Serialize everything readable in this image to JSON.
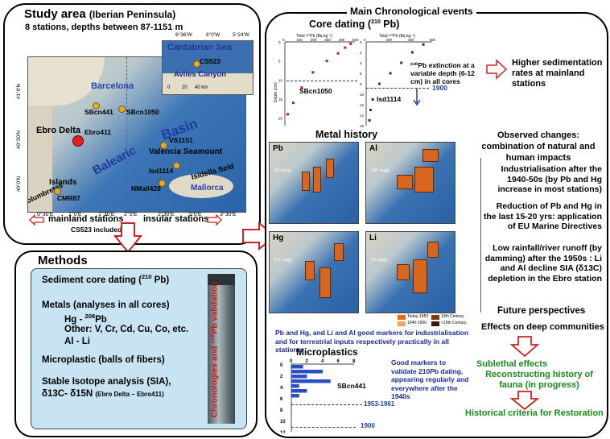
{
  "study": {
    "title": "Study area",
    "title_paren": "(Iberian Peninsula)",
    "subtitle": "8  stations, depths between 87-1151 m",
    "sea_label": "Cantabrian Sea",
    "canyon_label": "Aviles Canyon",
    "cs523": "CS523",
    "inset_ticks": [
      "6°36'W",
      "6°0'W",
      "5°24'W"
    ],
    "inset_scale": [
      "0",
      "20",
      "40 km"
    ],
    "basin_word": "Basin",
    "balearic_word": "Balearic",
    "places": [
      "Barcelona",
      "Ebro Delta",
      "Valencia Seamount",
      "Isidella  field",
      "Mallorca",
      "Islands",
      "Columbretes"
    ],
    "stations": [
      "SBcn441",
      "SBcn1050",
      "Ebro411",
      "VS1151",
      "Isd1114",
      "NMall420",
      "CMR87"
    ],
    "bottom_ticks": [
      "0°30'E",
      "1°0'E",
      "1°30'E",
      "2°0'E",
      "2°30'E",
      "3°0'E",
      "3°30'E"
    ],
    "left_ticks": [
      "41°0'N",
      "40°30'N",
      "40°0'N"
    ],
    "mainland_label": "mainland stations",
    "insular_label": "insular stations",
    "cs_included": "CS523 included"
  },
  "methods": {
    "title": "Methods",
    "line1": "Sediment core dating (",
    "line1_sup": "210",
    "line1_end": " Pb)",
    "metals": "Metals (analyses in all cores)",
    "hg": "Hg - ",
    "hg_sup": "208",
    "hg_end": "Pb",
    "other": "Other: V, Cr, Cd, Cu, Co, etc.",
    "alli": "Al - Li",
    "micro": "Microplastic (balls of fibers)",
    "sia": "Stable Isotope analysis (SIA),",
    "delta": "δ13C- δ15N",
    "delta_paren": "(Ebro Delta – Ebro411)",
    "vertical": "Chronologies and ²¹⁰Pb validation"
  },
  "events": {
    "title": "Main Chronological events",
    "core_title": "Core dating (",
    "core_sup": "210",
    "core_end": " Pb)",
    "axis_top1": "Total ²¹⁰Pb (Bq kg⁻¹)",
    "axis_top2": "Total ²¹⁰Pb (Bq kg⁻¹)",
    "ticks1": [
      "0",
      "100",
      "200",
      "300",
      "400",
      "500"
    ],
    "ticks2": [
      "0",
      "200",
      "400",
      "600"
    ],
    "depth_label": "Depth (cm)",
    "depth_ticks1": [
      "0",
      "5",
      "10",
      "15",
      "20"
    ],
    "depth_ticks2": [
      "0",
      "2",
      "4",
      "6",
      "8",
      "10",
      "12",
      "14",
      "16"
    ],
    "station1": "SBcn1050",
    "station2": "Isd1114",
    "extinction": "²¹⁰Pb extinction at a variable depth (6-12 cm) in all cores",
    "year1900": "1900",
    "higher_sed": "Higher sedimentation rates at mainland stations",
    "metal_title": "Metal history",
    "metals": [
      "Pb",
      "Al",
      "Hg",
      "Li"
    ],
    "metal_units": [
      "50 mg/g",
      "100 mg/g",
      "0.1 mg/g",
      "50 mg/g"
    ],
    "legend": [
      "Today-1950",
      "19th Century",
      "1940-1900",
      "<19th Century"
    ],
    "markers": "Pb and Hg, and Li and Al good markers for industrialisation and for terrestrial inputs respectively practically in all stations",
    "micro_title": "Microplastics",
    "micro_ticks": [
      "0",
      "2",
      "4",
      "6",
      "8"
    ],
    "micro_depth": [
      "0",
      "2",
      "4",
      "6",
      "8",
      "10",
      "12"
    ],
    "micro_station": "SBcn441",
    "micro_1953": "1953-1961",
    "micro_1900": "1900",
    "good_markers": "Good markers to validate 210Pb dating, appearing regularly and everywhere after the 1940s"
  },
  "right": {
    "observed": "Observed changes: combination of natural and human impacts",
    "indust": "Industrialisation after the 1940-50s (by Pb and Hg increase in most stations)",
    "reduction": "Reduction of Pb and Hg in the last 15-20 yrs:  application of EU Marine Directives",
    "lowrain": "Low rainfall/river runoff (by damming) after the 1950s :  Li and Al decline SIA (δ13C) depletion in the Ebro station",
    "future": "Future perspectives",
    "effects": "Effects on deep communities",
    "sublethal": "Sublethal effects",
    "reconstruct": "Reconstructing history of fauna (in progress)",
    "historical": "Historical criteria for Restoration"
  },
  "chart_data": [
    {
      "type": "scatter",
      "name": "SBcn1050",
      "x": [
        20,
        60,
        120,
        200,
        300,
        380,
        430,
        470
      ],
      "y": [
        19,
        16,
        12,
        8,
        5,
        3,
        1.5,
        0.5
      ],
      "xlim": [
        0,
        500
      ],
      "ylim": [
        0,
        22
      ]
    },
    {
      "type": "scatter",
      "name": "Isd1114",
      "x": [
        30,
        40,
        60,
        120,
        220,
        320,
        420,
        520
      ],
      "y": [
        15,
        13,
        11,
        8,
        6,
        4,
        2,
        0.5
      ],
      "xlim": [
        0,
        600
      ],
      "ylim": [
        0,
        16
      ]
    },
    {
      "type": "bar",
      "name": "SBcn441",
      "categories": [
        "0",
        "1",
        "2",
        "3",
        "4",
        "5",
        "6"
      ],
      "values": [
        1.5,
        4,
        2,
        5,
        1,
        2,
        1
      ],
      "xlim": [
        0,
        8
      ]
    }
  ]
}
